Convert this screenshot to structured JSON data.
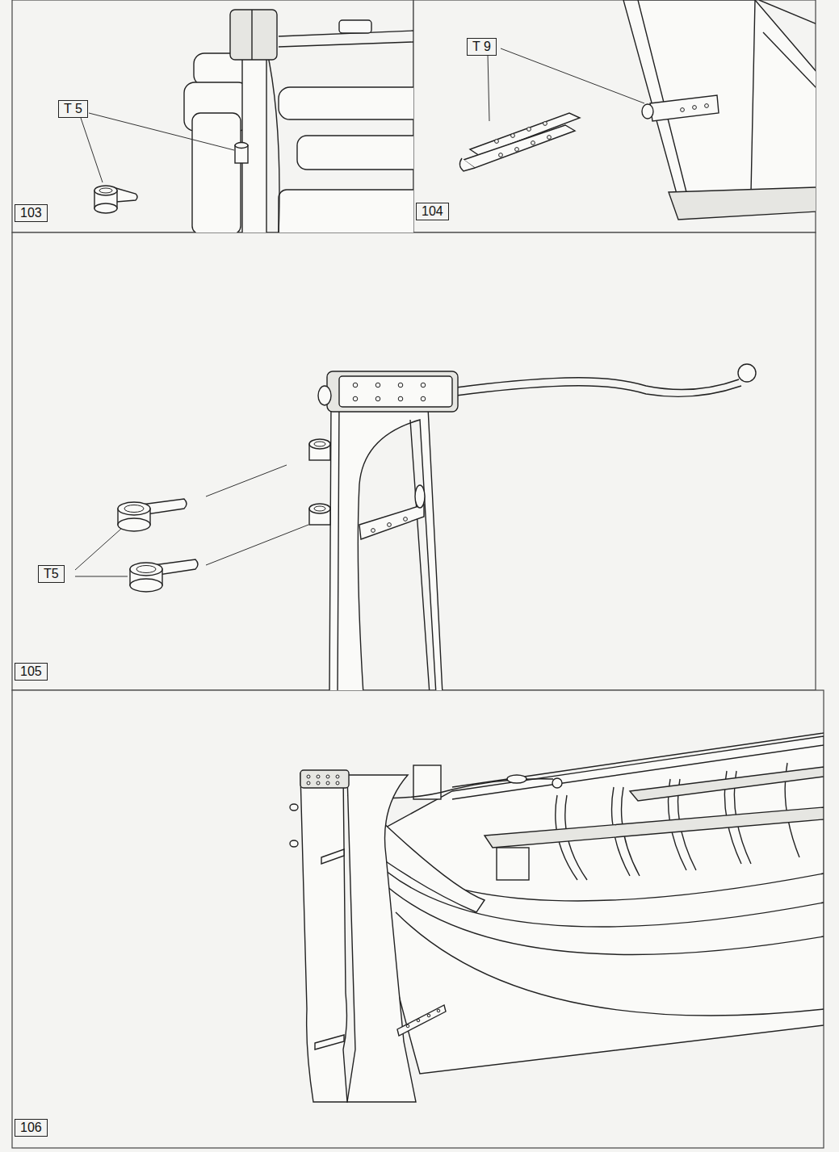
{
  "diagram": {
    "nodes": [
      {
        "text": [
          "T 5"
        ]
      },
      {
        "text": [
          "103"
        ]
      },
      {
        "text": [
          "T 9"
        ]
      },
      {
        "text": [
          "104"
        ]
      },
      {
        "text": [
          "T5"
        ]
      },
      {
        "text": [
          "105"
        ]
      },
      {
        "text": [
          "106"
        ]
      }
    ]
  }
}
